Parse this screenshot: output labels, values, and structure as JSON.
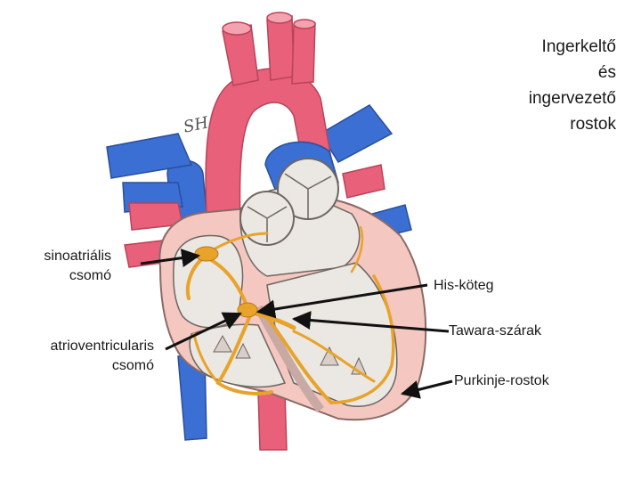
{
  "title": {
    "line1": "Ingerkeltő",
    "line2": "és",
    "line3": "ingervezető",
    "line4": "rostok"
  },
  "labels": {
    "sa_node": {
      "line1": "sinoatriális",
      "line2": "csomó"
    },
    "av_node": {
      "line1": "atrioventricularis",
      "line2": "csomó"
    },
    "his_bundle": "His-köteg",
    "tawara_branches": "Tawara-szárak",
    "purkinje_fibers": "Purkinje-rostok"
  },
  "signature": "SH",
  "colors": {
    "artery": "#e8607a",
    "vein": "#3b6fd3",
    "conduction": "#e8a32a",
    "myocardium": "#f4c7c0",
    "chamber": "#ebe7e2",
    "arrow": "#111111"
  }
}
